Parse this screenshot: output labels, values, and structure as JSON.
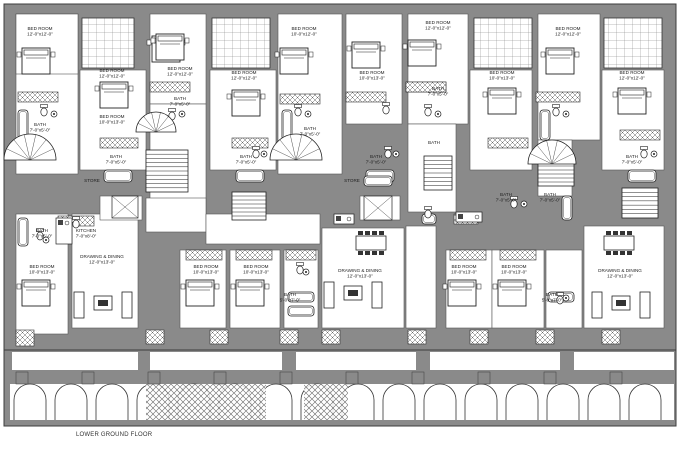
{
  "caption": "LOWER GROUND FLOOR",
  "colors": {
    "wall": "#8a8a8a",
    "wall_edge": "#3c3c3c",
    "floor": "#ffffff",
    "fixture": "#333333"
  },
  "icons": [
    "bed-icon",
    "wc-icon",
    "washbasin-icon",
    "bathtub-icon",
    "stair-icon",
    "dining-table-icon",
    "sofa-icon",
    "kitchen-counter-icon"
  ],
  "labels": [
    {
      "id": "bed-room-1",
      "name": "BED ROOM",
      "dim": "12'-0\"x12'-0\""
    },
    {
      "id": "bed-room-2",
      "name": "BED ROOM",
      "dim": "12'-0\"x12'-0\""
    },
    {
      "id": "bed-room-3",
      "name": "BED ROOM",
      "dim": "12'-0\"x12'-0\""
    },
    {
      "id": "bed-room-4",
      "name": "BED ROOM",
      "dim": "12'-0\"x12'-0\""
    },
    {
      "id": "bed-room-5",
      "name": "BED ROOM",
      "dim": "10'-0\"x12'-0\""
    },
    {
      "id": "bed-room-6",
      "name": "BED ROOM",
      "dim": "10'-0\"x13'-0\""
    },
    {
      "id": "bed-room-7",
      "name": "BED ROOM",
      "dim": "12'-0\"x12'-0\""
    },
    {
      "id": "bed-room-8",
      "name": "BED ROOM",
      "dim": "10'-0\"x13'-0\""
    },
    {
      "id": "bed-room-9",
      "name": "BED ROOM",
      "dim": "12'-0\"x12'-0\""
    },
    {
      "id": "bed-room-10",
      "name": "BED ROOM",
      "dim": "12'-0\"x12'-0\""
    },
    {
      "id": "bed-room-11",
      "name": "BED ROOM",
      "dim": "10'-0\"x13'-0\""
    },
    {
      "id": "bed-room-12",
      "name": "BED ROOM",
      "dim": "10'-0\"x13'-0\""
    },
    {
      "id": "bed-room-13",
      "name": "BED ROOM",
      "dim": "10'-0\"x13'-0\""
    },
    {
      "id": "bed-room-14",
      "name": "BED ROOM",
      "dim": "10'-0\"x13'-0\""
    },
    {
      "id": "bed-room-15",
      "name": "BED ROOM",
      "dim": "10'-0\"x13'-0\""
    },
    {
      "id": "bed-room-16",
      "name": "BED ROOM",
      "dim": "10'-0\"x13'-0\""
    },
    {
      "id": "bath-1",
      "name": "BATH",
      "dim": "7'-0\"x5'-0\""
    },
    {
      "id": "bath-2",
      "name": "BATH",
      "dim": "7'-0\"x5'-0\""
    },
    {
      "id": "bath-3",
      "name": "BATH",
      "dim": "7'-0\"x5'-0\""
    },
    {
      "id": "bath-4",
      "name": "BATH",
      "dim": "7'-0\"x5'-0\""
    },
    {
      "id": "bath-5",
      "name": "BATH",
      "dim": "7'-0\"x5'-0\""
    },
    {
      "id": "bath-6",
      "name": "BATH",
      "dim": "7'-0\"x5'-0\""
    },
    {
      "id": "bath-7",
      "name": "BATH",
      "dim": "7'-0\"x5'-0\""
    },
    {
      "id": "bath-8",
      "name": "BATH",
      "dim": "7'-0\"x5'-0\""
    },
    {
      "id": "bath-9",
      "name": "BATH",
      "dim": "7'-0\"x5'-0\""
    },
    {
      "id": "bath-10",
      "name": "BATH",
      "dim": "7'-0\"x5'-0\""
    },
    {
      "id": "bath-11",
      "name": "BATH",
      "dim": "7'-0\"x5'-0\""
    },
    {
      "id": "bath-12",
      "name": "BATH",
      "dim": "5'-0\"x7'-0\""
    },
    {
      "id": "bath-13",
      "name": "BATH",
      "dim": "5'-0\"x7'-0\""
    },
    {
      "id": "bath-14",
      "name": "BATH",
      "dim": ""
    },
    {
      "id": "store-1",
      "name": "STORE",
      "dim": ""
    },
    {
      "id": "store-2",
      "name": "STORE",
      "dim": ""
    },
    {
      "id": "kitchen",
      "name": "KITCHEN",
      "dim": "7'-0\"x8'-0\""
    },
    {
      "id": "drawing-dining-1",
      "name": "DRAWING & DINING",
      "dim": "12'-0\"x13'-0\""
    },
    {
      "id": "drawing-dining-2",
      "name": "DRAWING & DINING",
      "dim": "12'-0\"x13'-0\""
    },
    {
      "id": "drawing-dining-3",
      "name": "DRAWING & DINING",
      "dim": "12'-0\"x13'-0\""
    }
  ]
}
